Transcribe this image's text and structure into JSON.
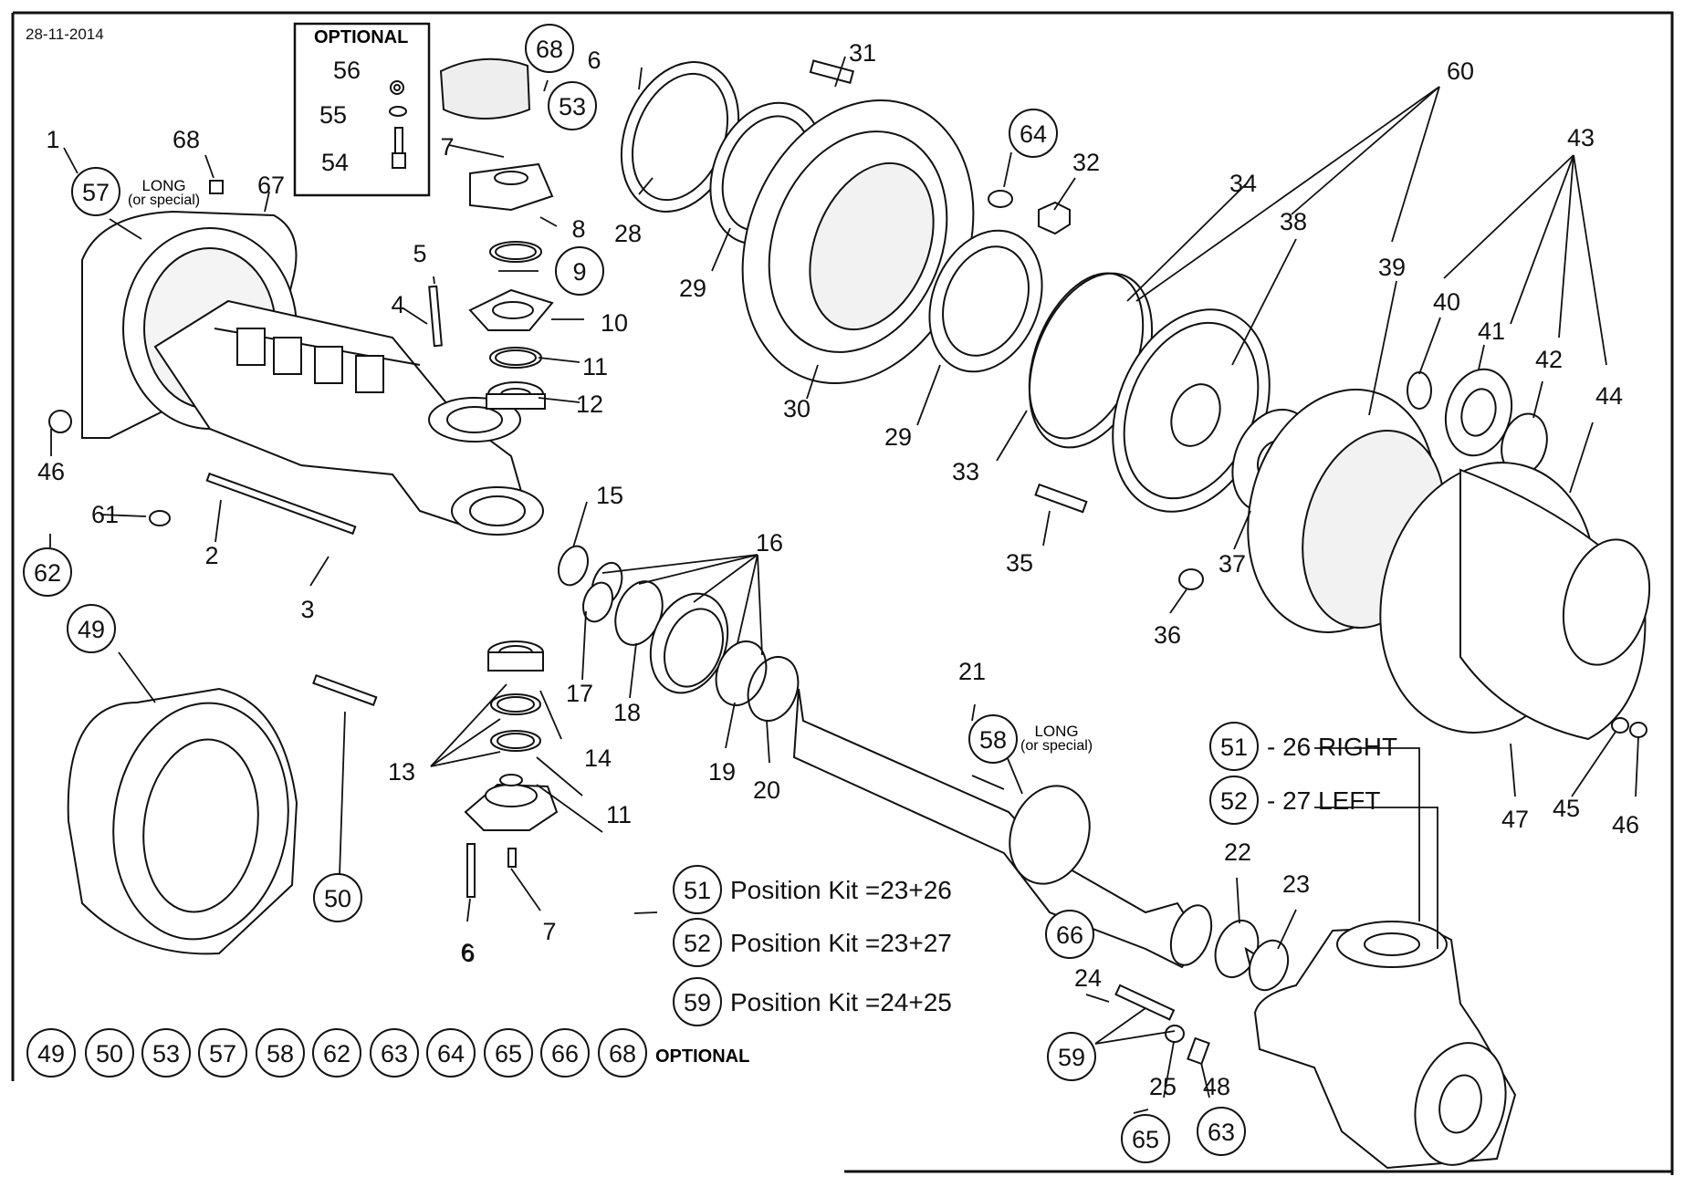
{
  "date": "28-11-2014",
  "optional_box_title": "OPTIONAL",
  "optional_label": "OPTIONAL",
  "long_note": {
    "line1": "LONG",
    "line2": "(or special)"
  },
  "kits": [
    {
      "num": "51",
      "text": "Position Kit =23+26"
    },
    {
      "num": "52",
      "text": "Position Kit =23+27"
    },
    {
      "num": "59",
      "text": "Position Kit =24+25"
    }
  ],
  "sides": [
    {
      "num": "51",
      "text": "- 26  RIGHT"
    },
    {
      "num": "52",
      "text": "- 27  LEFT"
    }
  ],
  "optional_items": [
    "49",
    "50",
    "53",
    "57",
    "58",
    "62",
    "63",
    "64",
    "65",
    "66",
    "68"
  ],
  "plain_labels": [
    {
      "id": "l1",
      "t": "1"
    },
    {
      "id": "l2",
      "t": "2"
    },
    {
      "id": "l3",
      "t": "3"
    },
    {
      "id": "l4",
      "t": "4"
    },
    {
      "id": "l5",
      "t": "5"
    },
    {
      "id": "l6a",
      "t": "6"
    },
    {
      "id": "l6b",
      "t": "6"
    },
    {
      "id": "l7a",
      "t": "7"
    },
    {
      "id": "l7b",
      "t": "7"
    },
    {
      "id": "l8",
      "t": "8"
    },
    {
      "id": "l10",
      "t": "10"
    },
    {
      "id": "l11a",
      "t": "11"
    },
    {
      "id": "l11b",
      "t": "11"
    },
    {
      "id": "l12",
      "t": "12"
    },
    {
      "id": "l13",
      "t": "13"
    },
    {
      "id": "l14",
      "t": "14"
    },
    {
      "id": "l15",
      "t": "15"
    },
    {
      "id": "l16",
      "t": "16"
    },
    {
      "id": "l17",
      "t": "17"
    },
    {
      "id": "l18",
      "t": "18"
    },
    {
      "id": "l19",
      "t": "19"
    },
    {
      "id": "l20",
      "t": "20"
    },
    {
      "id": "l21",
      "t": "21"
    },
    {
      "id": "l22",
      "t": "22"
    },
    {
      "id": "l23",
      "t": "23"
    },
    {
      "id": "l24",
      "t": "24"
    },
    {
      "id": "l25",
      "t": "25"
    },
    {
      "id": "l28",
      "t": "28"
    },
    {
      "id": "l29a",
      "t": "29"
    },
    {
      "id": "l29b",
      "t": "29"
    },
    {
      "id": "l30",
      "t": "30"
    },
    {
      "id": "l31",
      "t": "31"
    },
    {
      "id": "l32",
      "t": "32"
    },
    {
      "id": "l33",
      "t": "33"
    },
    {
      "id": "l34",
      "t": "34"
    },
    {
      "id": "l35",
      "t": "35"
    },
    {
      "id": "l36",
      "t": "36"
    },
    {
      "id": "l37",
      "t": "37"
    },
    {
      "id": "l38",
      "t": "38"
    },
    {
      "id": "l39",
      "t": "39"
    },
    {
      "id": "l40",
      "t": "40"
    },
    {
      "id": "l41",
      "t": "41"
    },
    {
      "id": "l42",
      "t": "42"
    },
    {
      "id": "l43",
      "t": "43"
    },
    {
      "id": "l44",
      "t": "44"
    },
    {
      "id": "l45",
      "t": "45"
    },
    {
      "id": "l46a",
      "t": "46"
    },
    {
      "id": "l46b",
      "t": "46"
    },
    {
      "id": "l47",
      "t": "47"
    },
    {
      "id": "l48",
      "t": "48"
    },
    {
      "id": "l54",
      "t": "54"
    },
    {
      "id": "l55",
      "t": "55"
    },
    {
      "id": "l56",
      "t": "56"
    },
    {
      "id": "l60",
      "t": "60"
    },
    {
      "id": "l61",
      "t": "61"
    },
    {
      "id": "l67",
      "t": "67"
    },
    {
      "id": "l68a",
      "t": "68"
    },
    {
      "id": "l6c",
      "t": "6"
    }
  ],
  "circled_labels": [
    {
      "id": "c9",
      "t": "9"
    },
    {
      "id": "c49",
      "t": "49"
    },
    {
      "id": "c50",
      "t": "50"
    },
    {
      "id": "c53",
      "t": "53"
    },
    {
      "id": "c57",
      "t": "57"
    },
    {
      "id": "c58",
      "t": "58"
    },
    {
      "id": "c59",
      "t": "59"
    },
    {
      "id": "c62",
      "t": "62"
    },
    {
      "id": "c63",
      "t": "63"
    },
    {
      "id": "c64",
      "t": "64"
    },
    {
      "id": "c65",
      "t": "65"
    },
    {
      "id": "c66",
      "t": "66"
    },
    {
      "id": "c68",
      "t": "68"
    }
  ]
}
